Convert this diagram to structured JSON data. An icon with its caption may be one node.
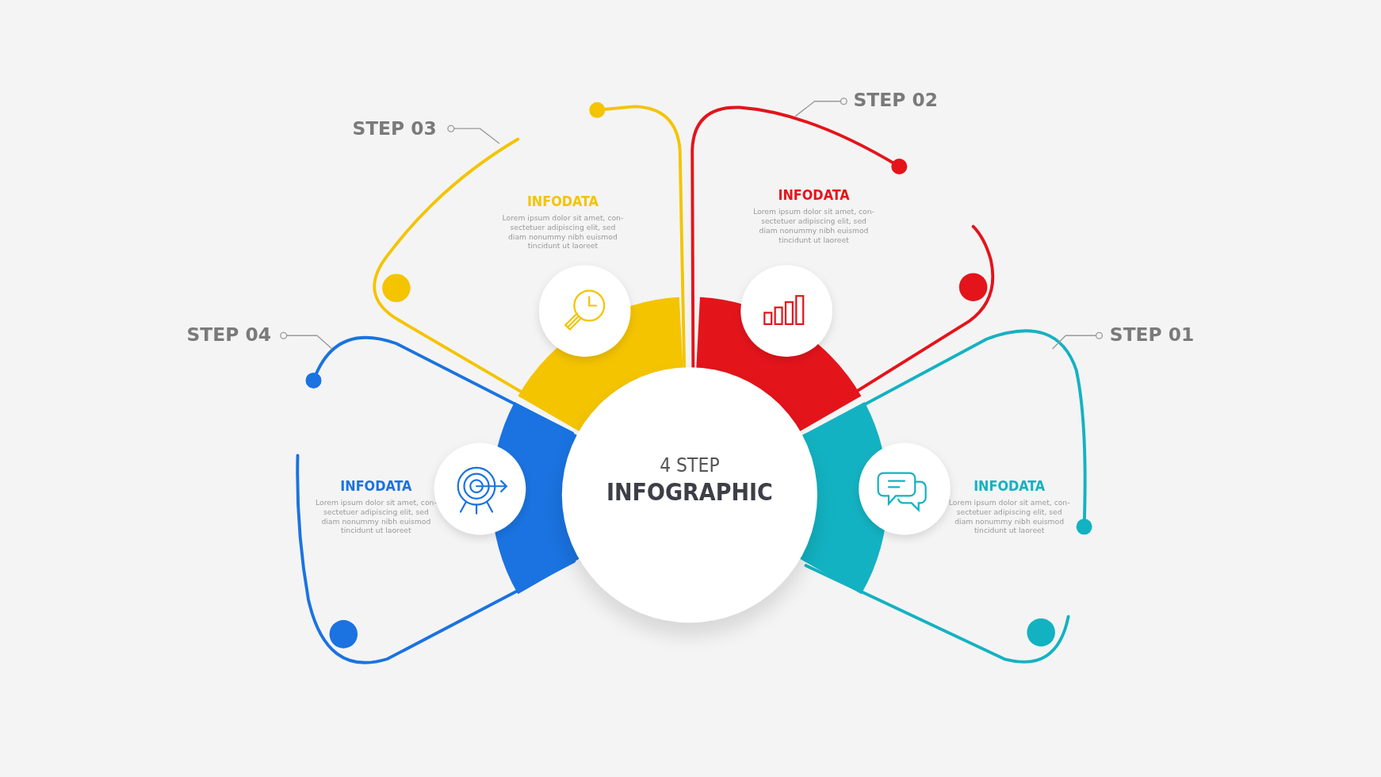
{
  "diagram": {
    "nodes": [
      {
        "text": [
          "STEP 02"
        ]
      },
      {
        "text": [
          "STEP 03"
        ]
      },
      {
        "text": [
          "STEP 04"
        ]
      },
      {
        "text": [
          "STEP 01"
        ]
      },
      {
        "text": [
          "4 STEP",
          "INFOGRAPHIC"
        ]
      }
    ],
    "edges": [
      {
        "from": 0,
        "to": null,
        "arrow": "other"
      },
      {
        "from": 1,
        "to": null,
        "arrow": "other"
      },
      {
        "from": 2,
        "to": null,
        "arrow": "other"
      },
      {
        "from": 3,
        "to": null,
        "arrow": "other"
      }
    ],
    "labels": [
      "INFODATA",
      "Lorem ipsum dolor sit amet, con- sectetuer adipiscing elit, sed diam nonummy nibh euismod tincidunt ut laoreet",
      "INFODATA",
      "Lorem ipsum dolor sit amet, con- sectetuer adipiscing elit, sed diam nonummy nibh euismod tincidunt ut laoreet",
      "INFODATA",
      "Lorem ipsum dolor sit amet, con- sectetuer adipiscing elit, sed diam nonummy nibh euismod tincidunt ut laoreet",
      "INFODATA",
      "Lorem ipsum dolor sit amet, con- sectetuer adipiscing elit, sed diam nonummy nibh euismod tincidunt ut laoreet"
    ]
  }
}
